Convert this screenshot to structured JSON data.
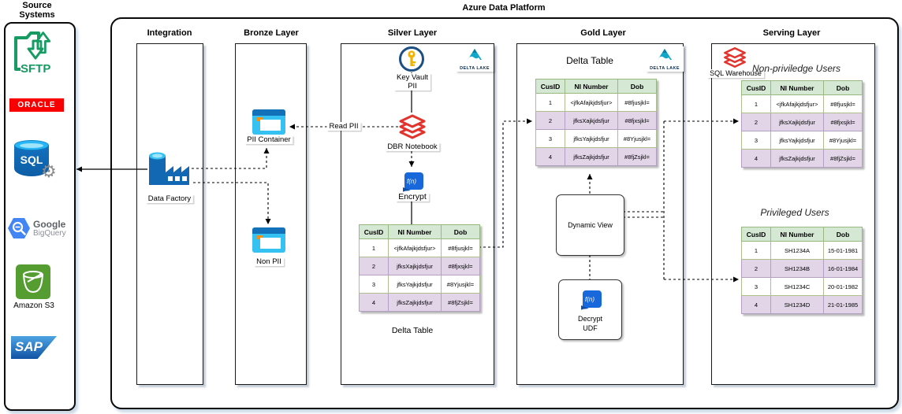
{
  "app": {
    "title": "Azure Data Platform"
  },
  "source": {
    "title": "Source\nSystems",
    "sftp_label": "SFTP",
    "oracle_label": "ORACLE",
    "sql_label": "SQL",
    "google_line1": "Google",
    "google_line2": "BigQuery",
    "s3_label": "Amazon S3",
    "sap_label": "SAP"
  },
  "layers": {
    "integration": {
      "title": "Integration",
      "data_factory": "Data Factory"
    },
    "bronze": {
      "title": "Bronze Layer",
      "pii_container": "PII Container",
      "non_pii": "Non PII"
    },
    "silver": {
      "title": "Silver Layer",
      "key_vault": "Key Vault\nPII",
      "dbr_notebook": "DBR Notebook",
      "encrypt": "Encrypt",
      "table_caption": "Delta Table",
      "delta_lake": "DELTA LAKE",
      "fn": "f(n)"
    },
    "gold": {
      "title": "Gold Layer",
      "table_title": "Delta Table",
      "delta_lake": "DELTA LAKE",
      "dynamic_view": "Dynamic View",
      "decrypt": "Decrypt\nUDF",
      "fn": "f(n)"
    },
    "serving": {
      "title": "Serving Layer",
      "sql_warehouse": "SQL Warehouse",
      "non_privileged_title": "Non-priviledge Users",
      "privileged_title": "Privileged Users"
    }
  },
  "connections": {
    "read_pii": "Read PII"
  },
  "tables": {
    "encrypted": {
      "headers": [
        "CusID",
        "NI Number",
        "Dob"
      ],
      "rows": [
        [
          "1",
          "<jfkAfajkjdsfjur>",
          "#8fjusjkl="
        ],
        [
          "2",
          "jfksXajkjdsfjur",
          "#8fjxsjkl="
        ],
        [
          "3",
          "jfksYajkjdsfjur",
          "#8Yjusjkl="
        ],
        [
          "4",
          "jfksZajkjdsfjur",
          "#8fjZsjkl="
        ]
      ]
    },
    "privileged": {
      "headers": [
        "CusID",
        "NI Number",
        "Dob"
      ],
      "rows": [
        [
          "1",
          "SH1234A",
          "15-01-1981"
        ],
        [
          "2",
          "SH1234B",
          "16-01-1984"
        ],
        [
          "3",
          "SH1234C",
          "20-01-1982"
        ],
        [
          "4",
          "SH1234D",
          "21-01-1985"
        ]
      ]
    }
  },
  "colors": {
    "header_green": "#d5e8d4",
    "row_purple": "#e1d5e7",
    "databricks_red": "#e2342c",
    "azure_blue": "#1268b3",
    "container_blue": "#35c1f1",
    "delta_teal": "#12a7c9",
    "oracle_red": "#f80000",
    "sftp_green": "#169b62",
    "s3_green": "#569d31"
  }
}
